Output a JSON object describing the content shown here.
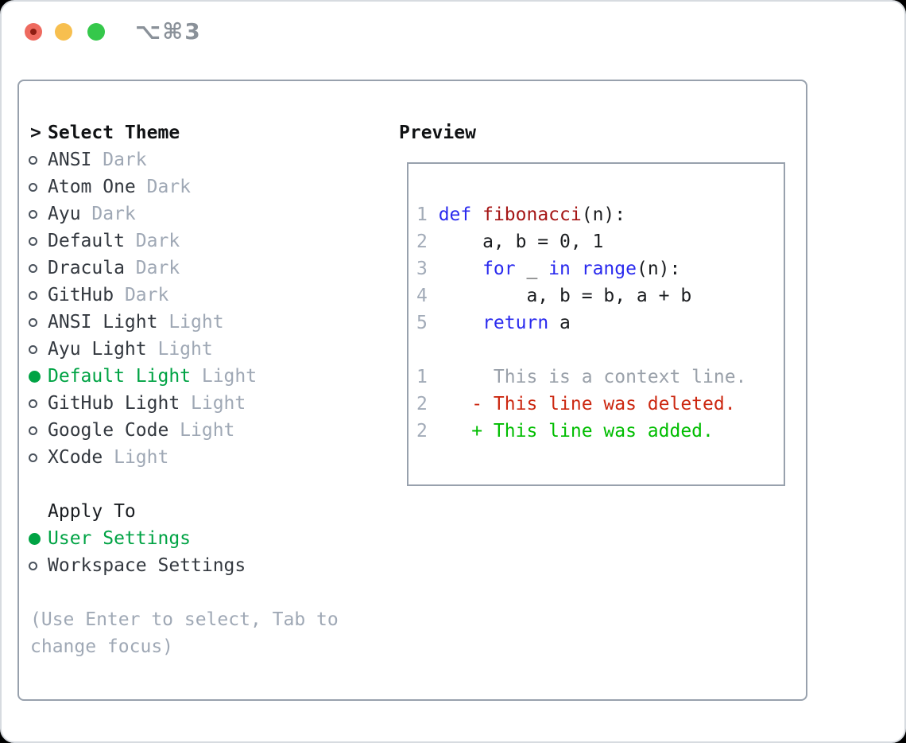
{
  "titlebar": {
    "shortcut": "⌥⌘3",
    "buttons": [
      "close",
      "minimize",
      "zoom"
    ]
  },
  "colors": {
    "keyword": "#2a2aee",
    "function": "#a51616",
    "plain": "#1b1d20",
    "line_number": "#a2abb8",
    "context": "#9aa1aa",
    "deleted": "#cc2811",
    "added": "#00bd00",
    "selected_green": "#00a344",
    "item_text": "#33383f",
    "muted": "#9fa8b5",
    "border_gray": "#98a1ad"
  },
  "theme_list": {
    "prompt": ">",
    "title": "Select Theme",
    "items": [
      {
        "name": "ANSI",
        "tag": "Dark",
        "selected": false
      },
      {
        "name": "Atom One",
        "tag": "Dark",
        "selected": false
      },
      {
        "name": "Ayu",
        "tag": "Dark",
        "selected": false
      },
      {
        "name": "Default",
        "tag": "Dark",
        "selected": false
      },
      {
        "name": "Dracula",
        "tag": "Dark",
        "selected": false
      },
      {
        "name": "GitHub",
        "tag": "Dark",
        "selected": false
      },
      {
        "name": "ANSI Light",
        "tag": "Light",
        "selected": false
      },
      {
        "name": "Ayu Light",
        "tag": "Light",
        "selected": false
      },
      {
        "name": "Default Light",
        "tag": "Light",
        "selected": true
      },
      {
        "name": "GitHub Light",
        "tag": "Light",
        "selected": false
      },
      {
        "name": "Google Code",
        "tag": "Light",
        "selected": false
      },
      {
        "name": "XCode",
        "tag": "Light",
        "selected": false
      }
    ]
  },
  "apply_to": {
    "title": "Apply To",
    "options": [
      {
        "name": "User Settings",
        "selected": true
      },
      {
        "name": "Workspace Settings",
        "selected": false
      }
    ]
  },
  "help": {
    "line1": "(Use Enter to select, Tab to",
    "line2": "change focus)"
  },
  "preview": {
    "title": "Preview",
    "code_lines": [
      {
        "num": "1",
        "tokens": [
          {
            "text": "def",
            "color": "keyword"
          },
          {
            "text": " ",
            "color": "plain"
          },
          {
            "text": "fibonacci",
            "color": "function"
          },
          {
            "text": "(n):",
            "color": "plain"
          }
        ]
      },
      {
        "num": "2",
        "tokens": [
          {
            "text": "    a, b = 0, 1",
            "color": "plain"
          }
        ]
      },
      {
        "num": "3",
        "tokens": [
          {
            "text": "    ",
            "color": "plain"
          },
          {
            "text": "for",
            "color": "keyword"
          },
          {
            "text": " _ ",
            "color": "plain"
          },
          {
            "text": "in",
            "color": "keyword"
          },
          {
            "text": " ",
            "color": "plain"
          },
          {
            "text": "range",
            "color": "keyword"
          },
          {
            "text": "(n):",
            "color": "plain"
          }
        ]
      },
      {
        "num": "4",
        "tokens": [
          {
            "text": "        a, b = b, a + b",
            "color": "plain"
          }
        ]
      },
      {
        "num": "5",
        "tokens": [
          {
            "text": "    ",
            "color": "plain"
          },
          {
            "text": "return",
            "color": "keyword"
          },
          {
            "text": " a",
            "color": "plain"
          }
        ]
      }
    ],
    "diff_lines": [
      {
        "num": "1",
        "text": "     This is a context line.",
        "type": "context"
      },
      {
        "num": "2",
        "text": "   - This line was deleted.",
        "type": "deleted"
      },
      {
        "num": "2",
        "text": "   + This line was added.",
        "type": "added"
      }
    ]
  }
}
